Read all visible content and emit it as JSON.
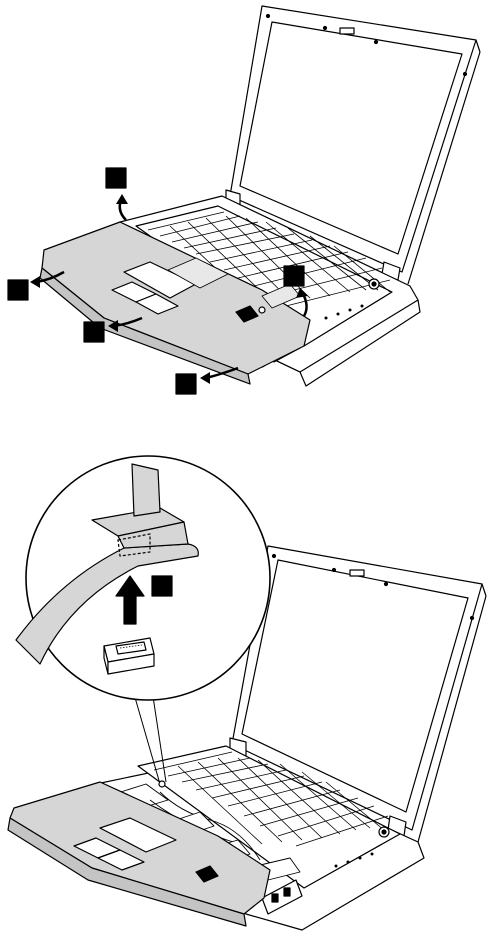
{
  "figure": {
    "step_markers": [
      {
        "id": "1a",
        "label": ""
      },
      {
        "id": "1b",
        "label": ""
      },
      {
        "id": "1c",
        "label": ""
      },
      {
        "id": "1d",
        "label": ""
      },
      {
        "id": "1e",
        "label": ""
      },
      {
        "id": "2",
        "label": ""
      }
    ],
    "icons": {
      "arrow": "curved-arrow-icon",
      "lift_arrow": "up-arrow-icon",
      "logo": "thinkpad-logo-icon"
    },
    "colors": {
      "line": "#000000",
      "palmrest": "#d6d6d6",
      "marker": "#000000",
      "background": "#ffffff"
    }
  }
}
